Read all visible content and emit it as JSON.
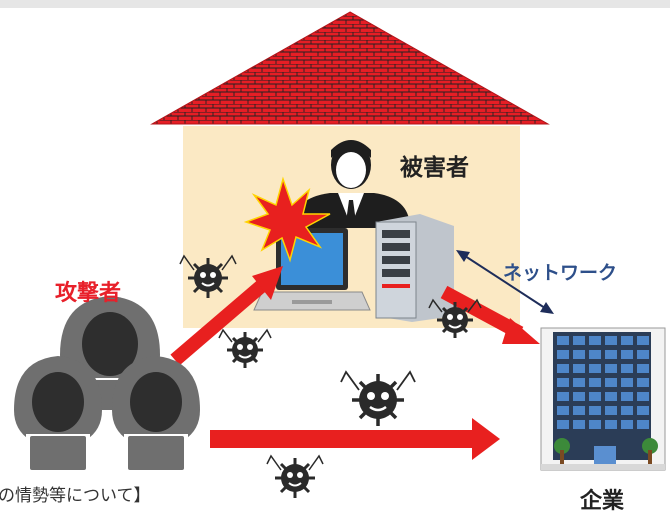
{
  "labels": {
    "victim": "被害者",
    "network": "ネットワーク",
    "attacker": "攻撃者",
    "company": "企業",
    "caption": "の情勢等について】"
  },
  "icons": [
    "house-roof",
    "victim-person-icon",
    "laptop-icon",
    "server-icon",
    "explosion-icon",
    "hacker-group-icon",
    "virus-icon",
    "office-building-icon",
    "red-arrow-icon",
    "network-double-arrow-icon"
  ],
  "colors": {
    "roof": "#e61e25",
    "wall": "#fbe9c4",
    "arrow": "#e8201f",
    "virus": "#2a2a2a",
    "hacker": "#6f6f6f",
    "network_text": "#2d4f8a"
  }
}
